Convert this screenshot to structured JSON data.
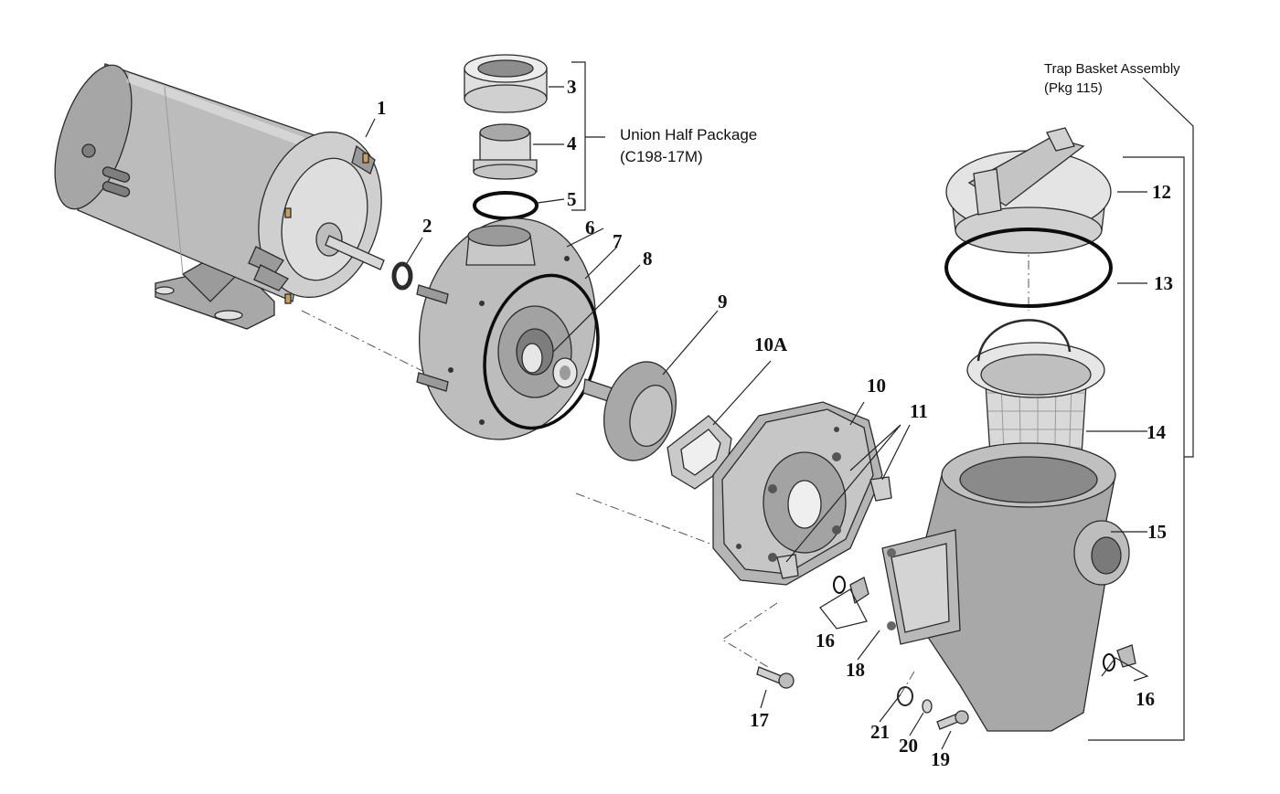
{
  "callouts": [
    {
      "id": "1",
      "label": "1"
    },
    {
      "id": "2",
      "label": "2"
    },
    {
      "id": "3",
      "label": "3"
    },
    {
      "id": "4",
      "label": "4"
    },
    {
      "id": "5",
      "label": "5"
    },
    {
      "id": "6",
      "label": "6"
    },
    {
      "id": "7",
      "label": "7"
    },
    {
      "id": "8",
      "label": "8"
    },
    {
      "id": "9",
      "label": "9"
    },
    {
      "id": "10A",
      "label": "10A"
    },
    {
      "id": "10",
      "label": "10"
    },
    {
      "id": "11",
      "label": "11"
    },
    {
      "id": "12",
      "label": "12"
    },
    {
      "id": "13",
      "label": "13"
    },
    {
      "id": "14",
      "label": "14"
    },
    {
      "id": "15",
      "label": "15"
    },
    {
      "id": "16a",
      "label": "16"
    },
    {
      "id": "16b",
      "label": "16"
    },
    {
      "id": "17",
      "label": "17"
    },
    {
      "id": "18",
      "label": "18"
    },
    {
      "id": "19",
      "label": "19"
    },
    {
      "id": "20",
      "label": "20"
    },
    {
      "id": "21",
      "label": "21"
    }
  ],
  "groups": {
    "union_half": {
      "line1": "Union Half Package",
      "line2": "(C198-17M)"
    },
    "trap_basket": {
      "line1": "Trap Basket Assembly",
      "line2": "(Pkg 115)"
    }
  },
  "colors": {
    "part_fill": "#bcbcbc",
    "part_dark": "#8f8f8f",
    "part_light": "#dcdcdc",
    "oring": "#0d0d0d"
  }
}
